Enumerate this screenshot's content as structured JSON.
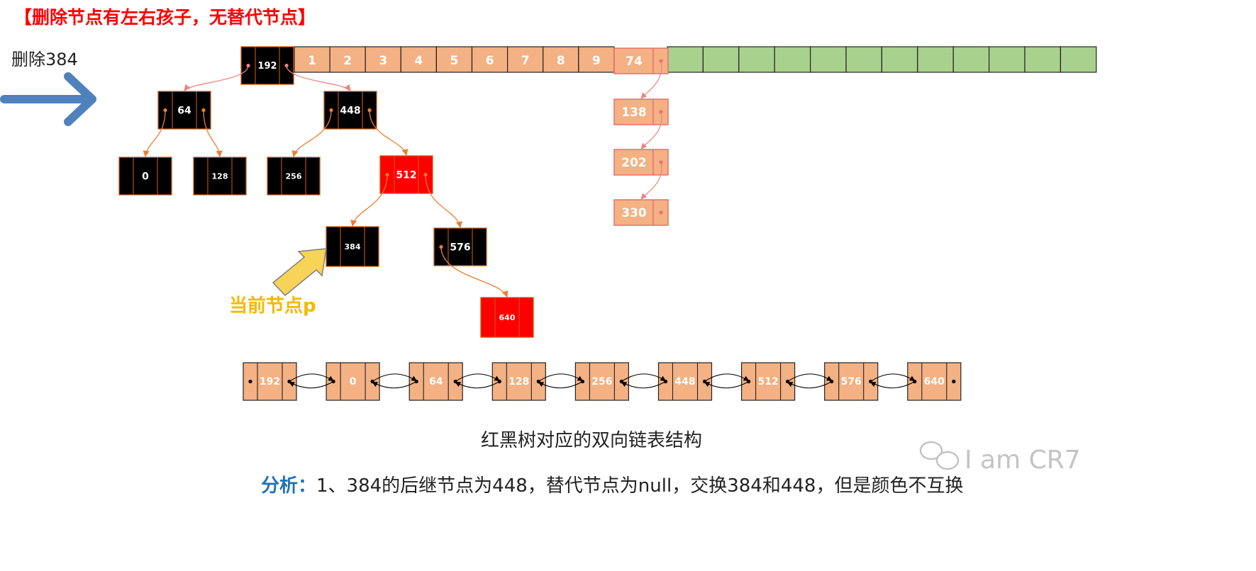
{
  "title": "【删除节点有左右孩子，无替代节点】",
  "side_label": "删除384",
  "current_label": "当前节点p",
  "caption": "红黑树对应的双向链表结构",
  "analysis": {
    "key": "分析：",
    "text": "1、384的后继节点为448，替代节点为null，交换384和448，但是颜色不互换"
  },
  "watermark": "I am CR7",
  "colors": {
    "title": "#ff0000",
    "black_node": "#000000",
    "red_node": "#ff0000",
    "salmon": "#f4b183",
    "green": "#a9d18e",
    "big_arrow": "#4f81bd",
    "yellow_arrow": "#f7d358",
    "tree_edge": "#ed7d31",
    "chain_edge": "#f08080",
    "analysis_key": "#1f72b8"
  },
  "array": {
    "index_labels": [
      "1",
      "2",
      "3",
      "4",
      "5",
      "6",
      "7",
      "8",
      "9"
    ],
    "bucket_value": "74",
    "empty_slots": 12
  },
  "chain": [
    "138",
    "202",
    "330"
  ],
  "tree": {
    "root": {
      "value": "192",
      "color": "black",
      "children": [
        "64",
        "448"
      ]
    },
    "nodes": [
      {
        "value": "64",
        "color": "black",
        "children": [
          "0",
          "128"
        ]
      },
      {
        "value": "448",
        "color": "black",
        "children": [
          "256",
          "512"
        ]
      },
      {
        "value": "0",
        "color": "black",
        "children": []
      },
      {
        "value": "128",
        "color": "black",
        "children": []
      },
      {
        "value": "256",
        "color": "black",
        "children": []
      },
      {
        "value": "512",
        "color": "red",
        "children": [
          "384",
          "576"
        ]
      },
      {
        "value": "384",
        "color": "black",
        "children": []
      },
      {
        "value": "576",
        "color": "black",
        "children": [
          "640"
        ]
      },
      {
        "value": "640",
        "color": "red",
        "children": []
      }
    ]
  },
  "linked_list": [
    "192",
    "0",
    "64",
    "128",
    "256",
    "448",
    "512",
    "576",
    "640"
  ]
}
